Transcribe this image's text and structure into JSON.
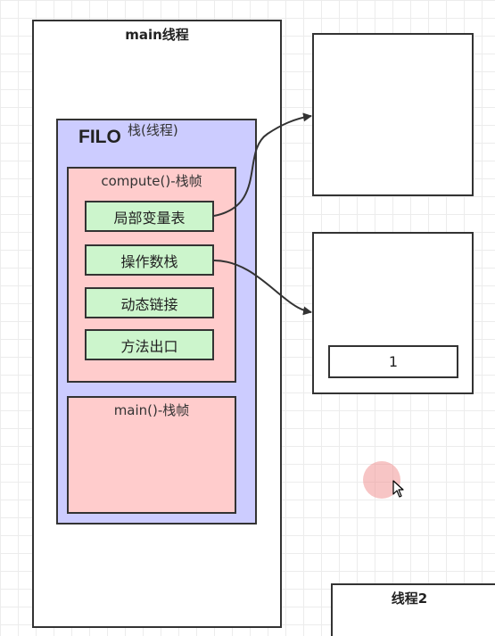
{
  "main_thread": {
    "title": "main线程"
  },
  "stack": {
    "filo_label": "FILO",
    "label": "栈(线程)",
    "frames": [
      {
        "title": "compute()-栈帧",
        "items": [
          {
            "label": "局部变量表"
          },
          {
            "label": "操作数栈"
          },
          {
            "label": "动态链接"
          },
          {
            "label": "方法出口"
          }
        ]
      },
      {
        "title": "main()-栈帧"
      }
    ]
  },
  "heap": {
    "boxes": [
      {
        "value": ""
      },
      {
        "value": "1"
      }
    ]
  },
  "thread2": {
    "title": "线程2"
  },
  "colors": {
    "stack_fill": "#ccccff",
    "frame_fill": "#ffcccc",
    "item_fill": "#ccf5cc",
    "border": "#333333",
    "cursor_highlight": "#f09696"
  },
  "icons": {
    "cursor": "mouse-pointer-icon"
  }
}
